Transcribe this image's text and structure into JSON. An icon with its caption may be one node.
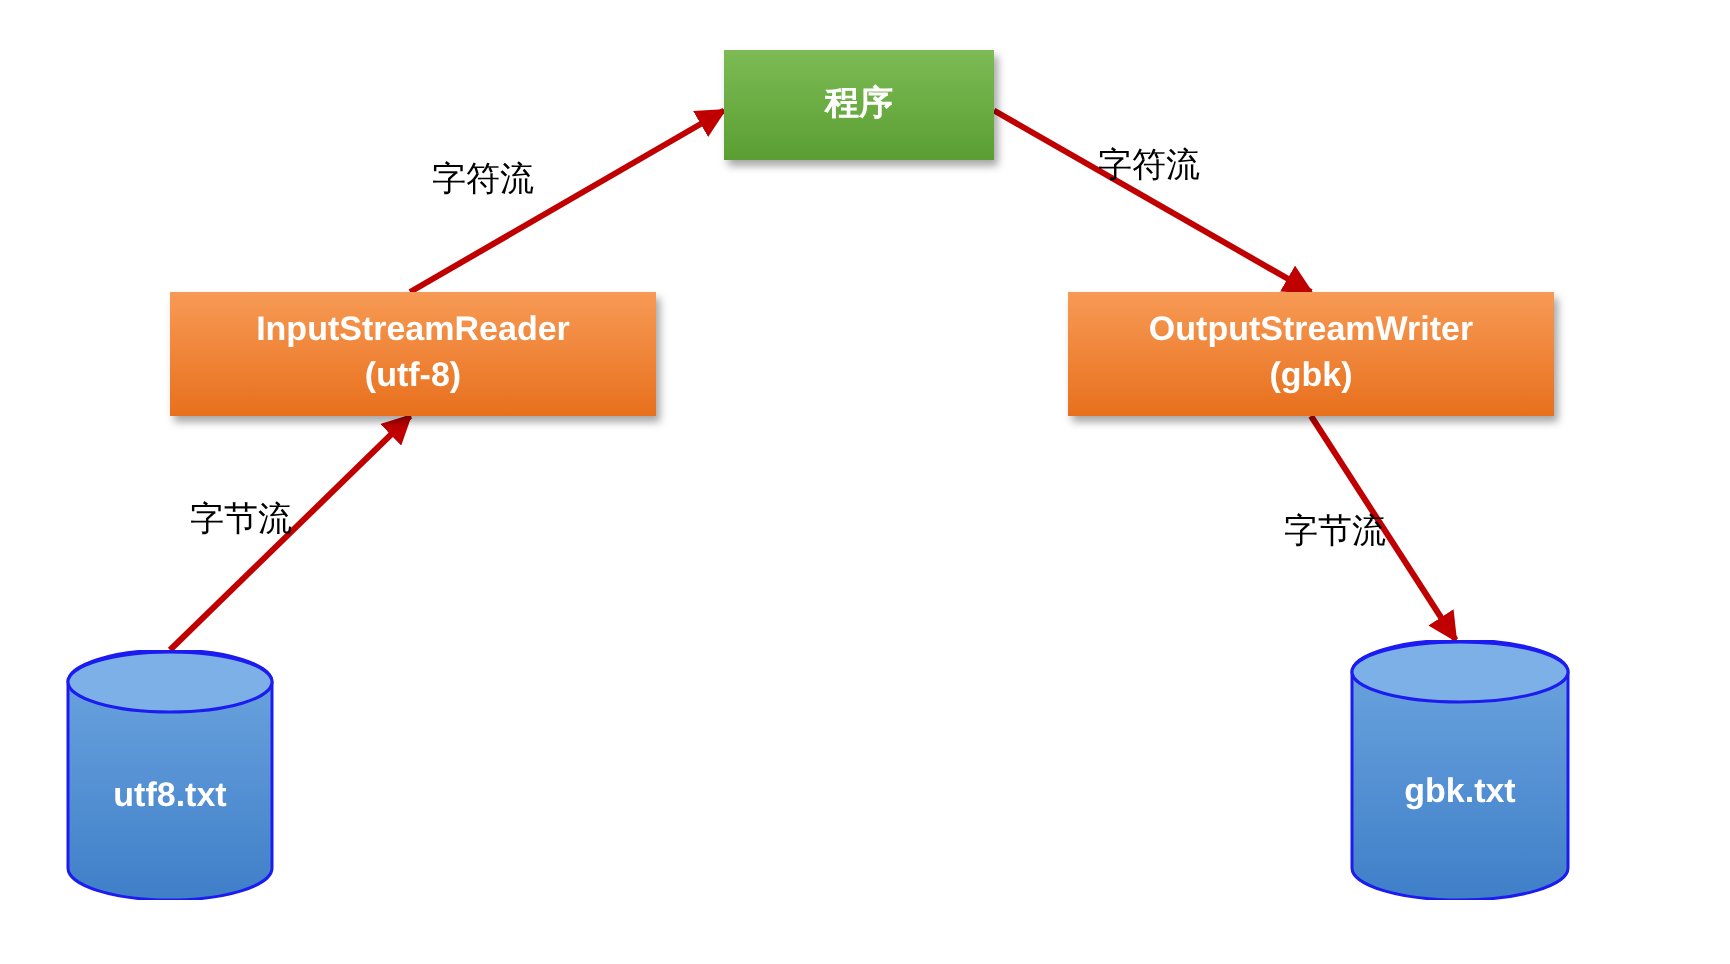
{
  "diagram": {
    "nodes": [
      {
        "text": [
          "程序"
        ]
      },
      {
        "text": [
          "InputStreamReader (utf-8)"
        ]
      },
      {
        "text": [
          "OutputStreamWriter (gbk)"
        ]
      },
      {
        "text": [
          "utf8.txt"
        ]
      },
      {
        "text": [
          "gbk.txt"
        ]
      }
    ],
    "edges": [
      {
        "from": 3,
        "to": 1,
        "arrow": "to",
        "label": "字节流"
      },
      {
        "from": 1,
        "to": 0,
        "arrow": "to",
        "label": "字符流"
      },
      {
        "from": 0,
        "to": 2,
        "arrow": "to",
        "label": "字符流"
      },
      {
        "from": 2,
        "to": 4,
        "arrow": "to",
        "label": "字节流"
      }
    ]
  }
}
